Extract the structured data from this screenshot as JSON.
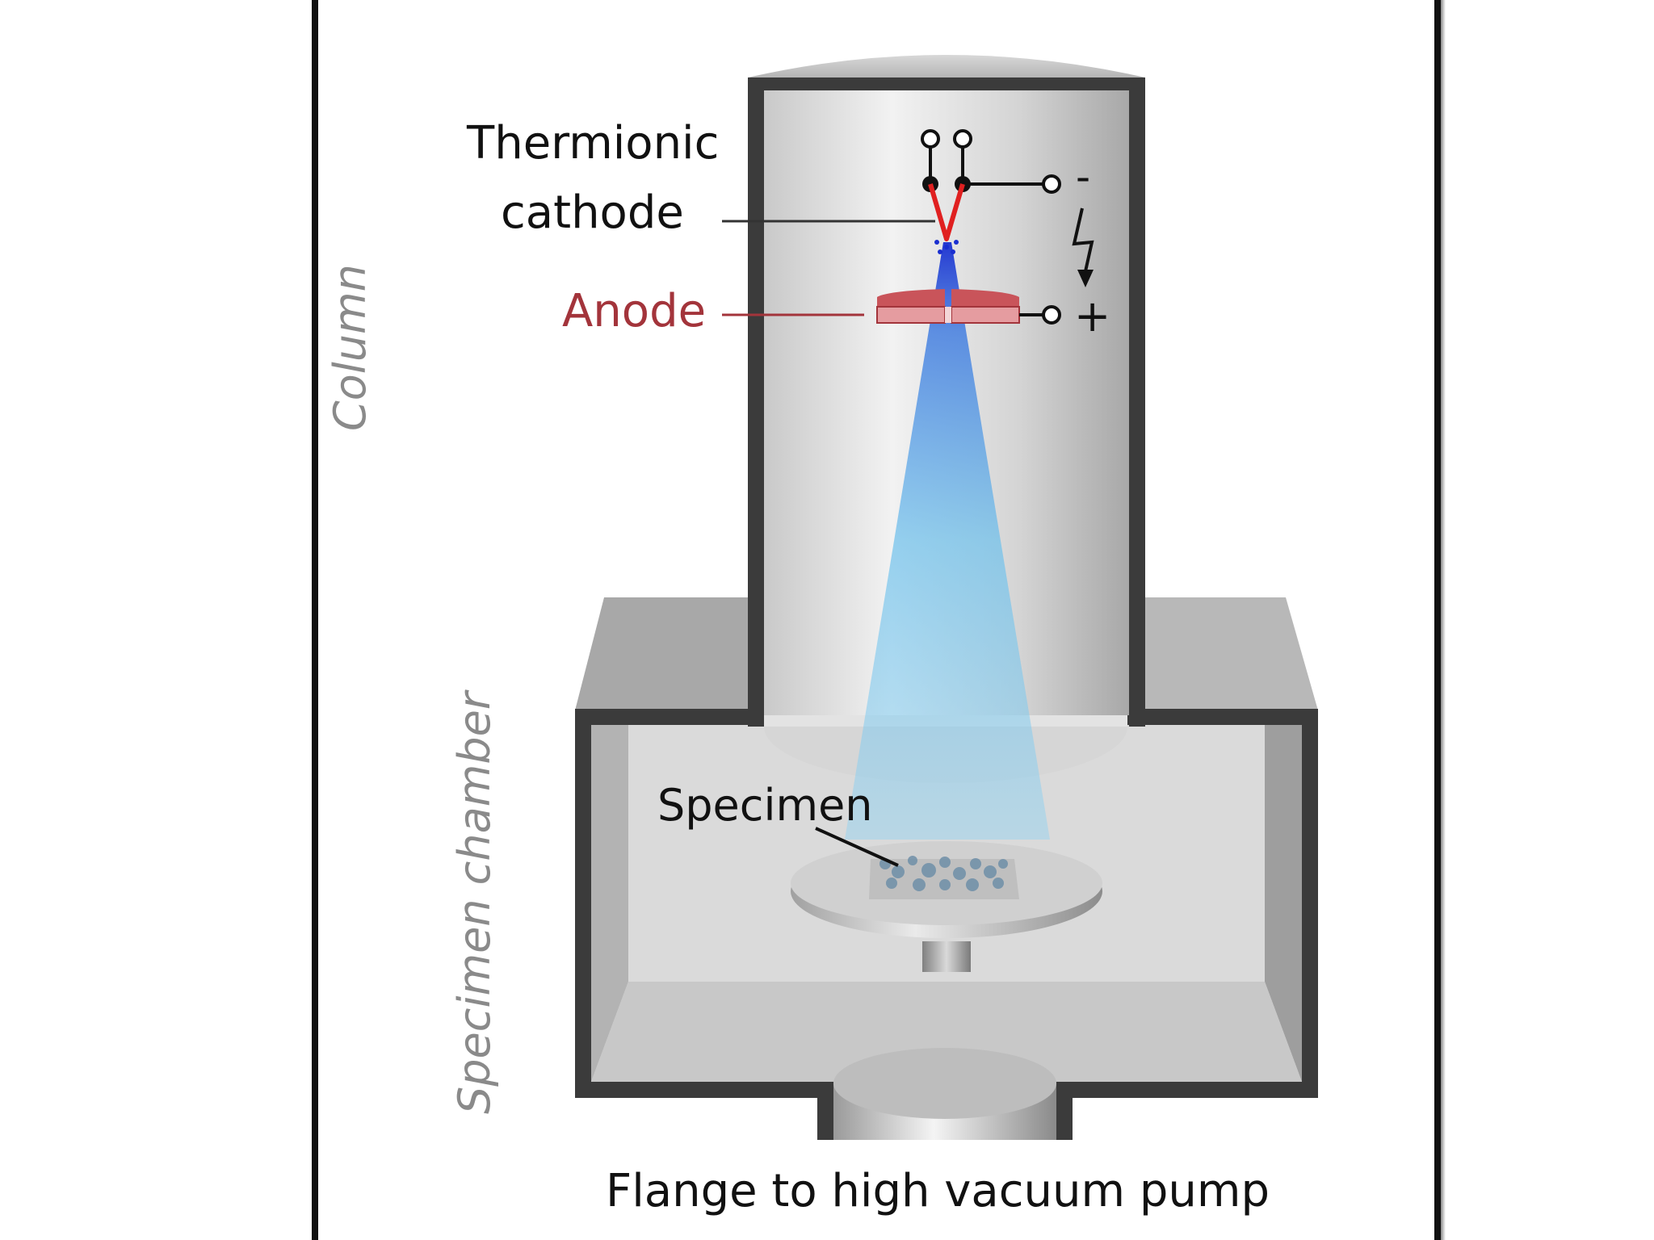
{
  "labels": {
    "thermionic_line1": "Thermionic",
    "thermionic_line2": "cathode",
    "anode": "Anode",
    "column": "Column",
    "specimen_chamber": "Specimen chamber",
    "specimen": "Specimen",
    "flange": "Flange to high vacuum pump",
    "minus": "-",
    "plus": "+"
  },
  "colors": {
    "anode_text": "#a3343b",
    "side_label": "#8a8a8a",
    "cathode_wire": "#e02020",
    "beam": "#5ab4e8"
  }
}
